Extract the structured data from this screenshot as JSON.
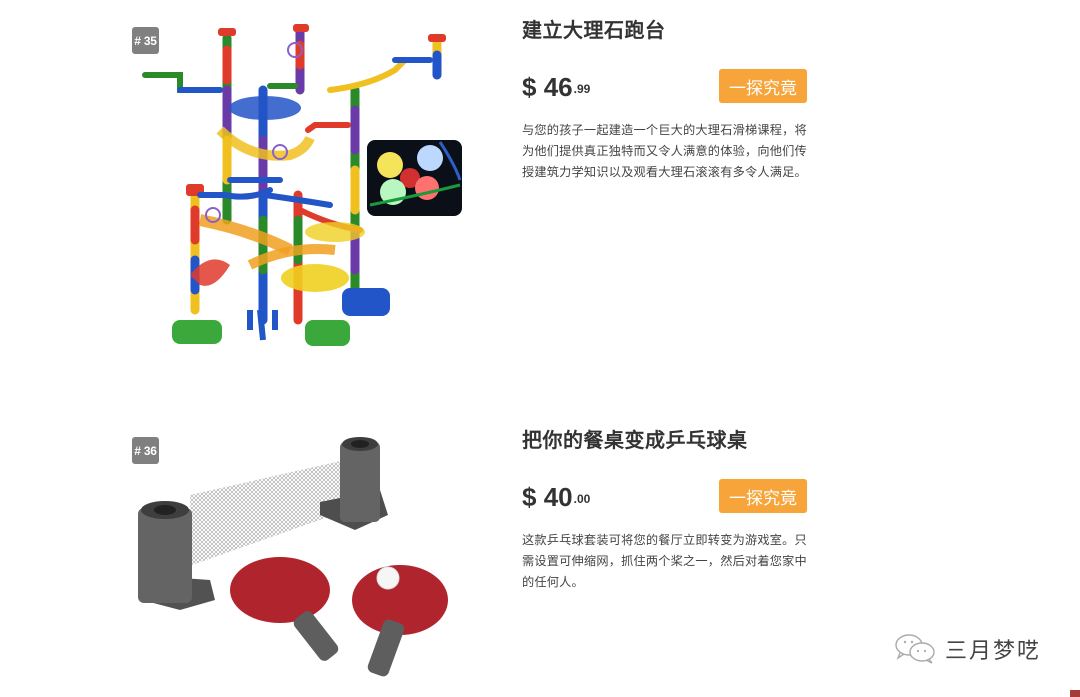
{
  "products": [
    {
      "rank": "# 35",
      "title": "建立大理石跑台",
      "price": {
        "currency": "$",
        "whole": "46",
        "cents": ".99"
      },
      "cta_label": "一探究竟",
      "description": "与您的孩子一起建造一个巨大的大理石滑梯课程，将为他们提供真正独特而又令人满意的体验，向他们传授建筑力学知识以及观看大理石滚滚有多令人满足。",
      "image": {
        "subject": "marble-run-toy",
        "inset": "glowing-marbles"
      }
    },
    {
      "rank": "# 36",
      "title": "把你的餐桌变成乒乓球桌",
      "price": {
        "currency": "$",
        "whole": "40",
        "cents": ".00"
      },
      "cta_label": "一探究竟",
      "description": "这款乒乓球套装可将您的餐厅立即转变为游戏室。只需设置可伸缩网，抓住两个桨之一，然后对着您家中的任何人。",
      "image": {
        "subject": "retractable-ping-pong-set"
      }
    }
  ],
  "watermark": {
    "icon": "wechat-icon",
    "text": "三月梦呓"
  },
  "colors": {
    "cta_bg": "#f7a53a",
    "badge_bg": "#808080",
    "title": "#333333",
    "paddle_red": "#b0252d",
    "stand_gray": "#5e5e5e"
  }
}
